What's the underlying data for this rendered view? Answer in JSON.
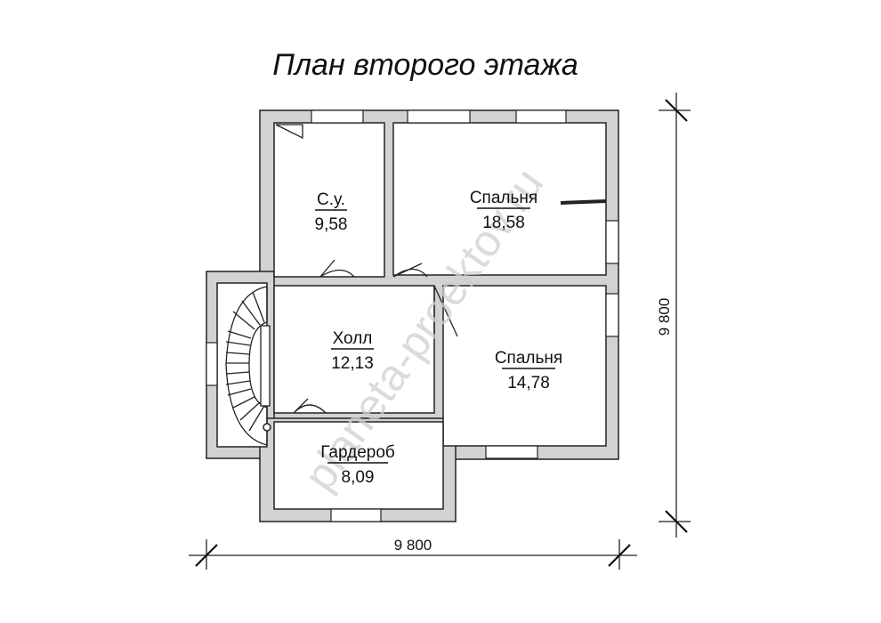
{
  "title": "План второго этажа",
  "watermark": "planeta-proektov.ru",
  "rooms": [
    {
      "name": "С.у.",
      "area": "9,58"
    },
    {
      "name": "Спальня",
      "area": "18,58"
    },
    {
      "name": "Холл",
      "area": "12,13"
    },
    {
      "name": "Спальня",
      "area": "14,78"
    },
    {
      "name": "Гардероб",
      "area": "8,09"
    }
  ],
  "dimensions": {
    "width": "9 800",
    "height": "9 800"
  }
}
